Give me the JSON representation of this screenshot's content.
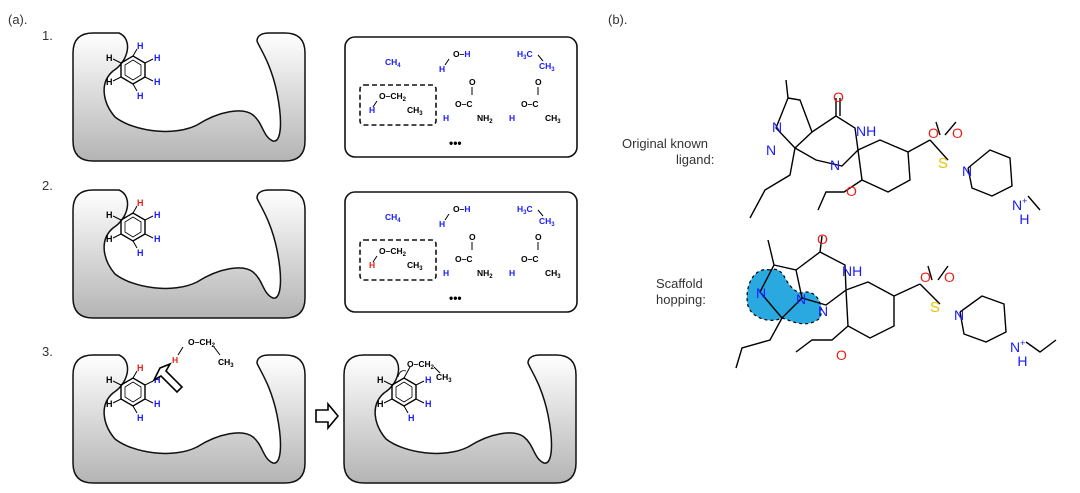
{
  "panel_a": {
    "label": "(a).",
    "steps": [
      "1.",
      "2.",
      "3."
    ],
    "fragments": [
      "CH4",
      "H–O–H",
      "H3C–CH3",
      "H–O–CH2–CH3",
      "H–O–C(=O)–NH2",
      "H–O–C(=O)–CH3"
    ],
    "ellipsis": "•••"
  },
  "panel_b": {
    "label": "(b).",
    "caption1": "Original known ligand:",
    "caption1_line1": "Original known",
    "caption1_line2": "ligand:",
    "caption2_line1": "Scaffold",
    "caption2_line2": "hopping:"
  },
  "colors": {
    "hydrogen": "#1a1aff",
    "replaced_hydrogen": "#e8201a",
    "oxygen": "#e8201a",
    "nitrogen": "#1a1aff",
    "sulfur": "#e6c200",
    "highlight": "#29a9e0"
  }
}
